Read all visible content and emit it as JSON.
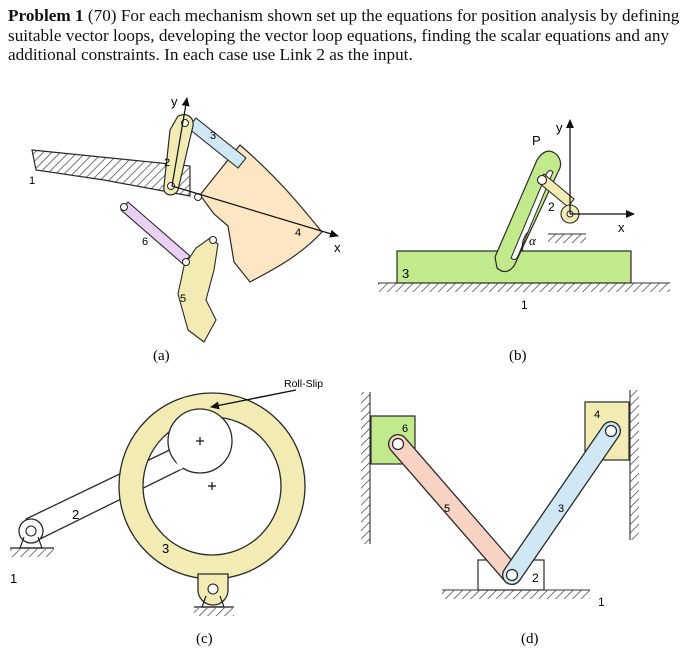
{
  "problem": {
    "heading": "Problem 1",
    "points": "(70)",
    "statement": "For each mechanism shown set up the equations for position analysis by defining suitable vector loops, developing the vector loop equations, finding the scalar equations and any additional constraints.  In each case use Link 2 as the input."
  },
  "colors": {
    "link_yellow": "#f2ecb4",
    "link_peach": "#fde6c4",
    "link_blue": "#cfe8f3",
    "link_pink": "#ead0f2",
    "link_green": "#c2ea8c",
    "link_salmon": "#f8d2c2",
    "outline": "#2a2a2a"
  },
  "figures": {
    "a": {
      "caption": "(a)",
      "x_axis": "x",
      "y_axis": "y",
      "link_labels": [
        "1",
        "2",
        "3",
        "4",
        "5",
        "6"
      ]
    },
    "b": {
      "caption": "(b)",
      "x_axis": "x",
      "y_axis": "y",
      "point_label": "P",
      "angle_label": "α",
      "link_labels": [
        "1",
        "2",
        "3"
      ]
    },
    "c": {
      "caption": "(c)",
      "callout": "Roll-Slip",
      "link_labels": [
        "1",
        "2",
        "3"
      ]
    },
    "d": {
      "caption": "(d)",
      "link_labels": [
        "1",
        "2",
        "3",
        "4",
        "5",
        "6"
      ]
    }
  }
}
